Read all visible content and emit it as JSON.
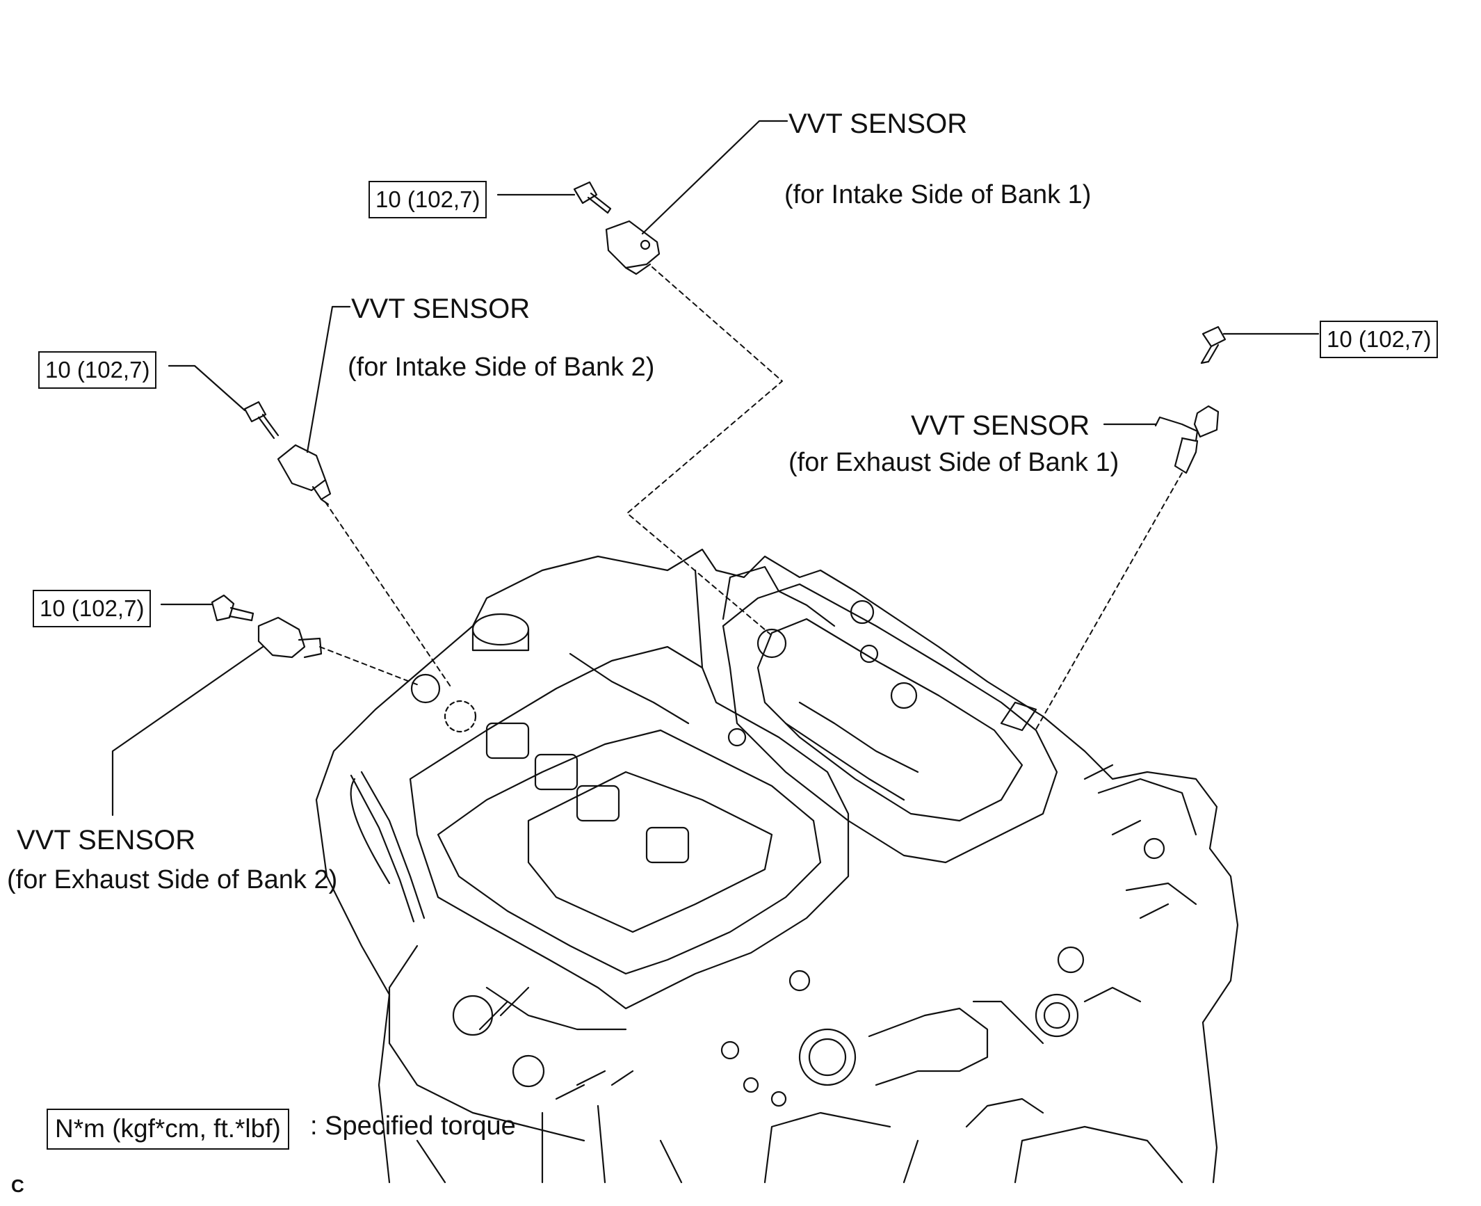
{
  "sensors": {
    "intake_bank1": {
      "title": "VVT SENSOR",
      "subtitle": "(for Intake Side of Bank 1)"
    },
    "intake_bank2": {
      "title": "VVT SENSOR",
      "subtitle": "(for Intake Side of Bank 2)"
    },
    "exhaust_bank1": {
      "title": "VVT SENSOR",
      "subtitle": "(for Exhaust Side of Bank 1)"
    },
    "exhaust_bank2": {
      "title": "VVT SENSOR",
      "subtitle": "(for Exhaust Side of Bank 2)"
    }
  },
  "torque": {
    "intake_bank1": "10 (102,7)",
    "intake_bank2": "10 (102,7)",
    "exhaust_bank1": "10 (102,7)",
    "exhaust_bank2": "10 (102,7)"
  },
  "legend": {
    "unit": "N*m (kgf*cm, ft.*lbf)",
    "description": ": Specified torque"
  },
  "corner_mark": "C"
}
